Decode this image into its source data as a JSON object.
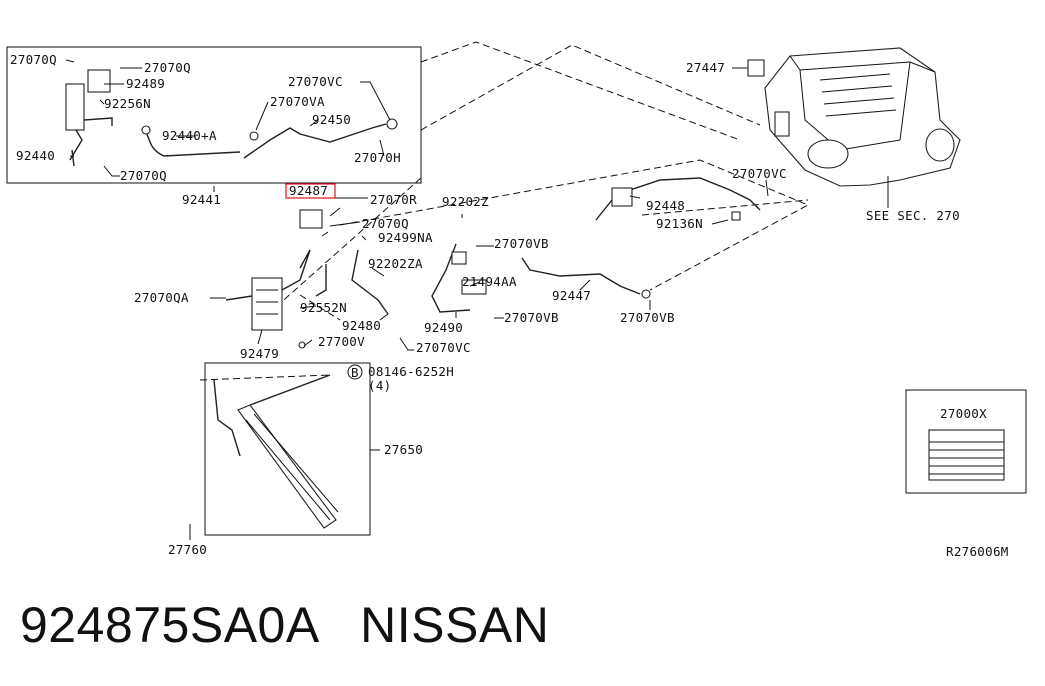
{
  "labels": {
    "l_27070q_tl": "27070Q",
    "l_27070q_top": "27070Q",
    "l_92489": "92489",
    "l_92256n": "92256N",
    "l_92440a": "92440+A",
    "l_92440": "92440",
    "l_27070q_bot": "27070Q",
    "l_27070vc_top": "27070VC",
    "l_27070va": "27070VA",
    "l_92450": "92450",
    "l_27070h": "27070H",
    "l_92441": "92441",
    "l_92487": "92487",
    "l_27070r": "27070R",
    "l_27070q_mid": "27070Q",
    "l_92499na": "92499NA",
    "l_92202z": "92202Z",
    "l_92202za": "92202ZA",
    "l_27070qa": "27070QA",
    "l_92552n": "92552N",
    "l_92480": "92480",
    "l_92479": "92479",
    "l_27700v": "27700V",
    "l_27070vc_low": "27070VC",
    "l_27070vb_a": "27070VB",
    "l_21494aa": "21494AA",
    "l_92490": "92490",
    "l_27070vb_b": "27070VB",
    "l_92447": "92447",
    "l_27070vb_c": "27070VB",
    "l_92448": "92448",
    "l_92136n": "92136N",
    "l_27070vc_r": "27070VC",
    "l_27447": "27447",
    "l_seesec": "SEE SEC. 270",
    "l_08146": "08146-6252H",
    "l_bolt_b": "B",
    "l_qty4": "(4)",
    "l_27650": "27650",
    "l_27760": "27760",
    "l_27000x": "27000X",
    "l_ref": "R276006M"
  },
  "highlight": {
    "part": "92487",
    "color": "#e0141e"
  },
  "caption": {
    "part_number": "924875SA0A",
    "brand": "NISSAN"
  }
}
